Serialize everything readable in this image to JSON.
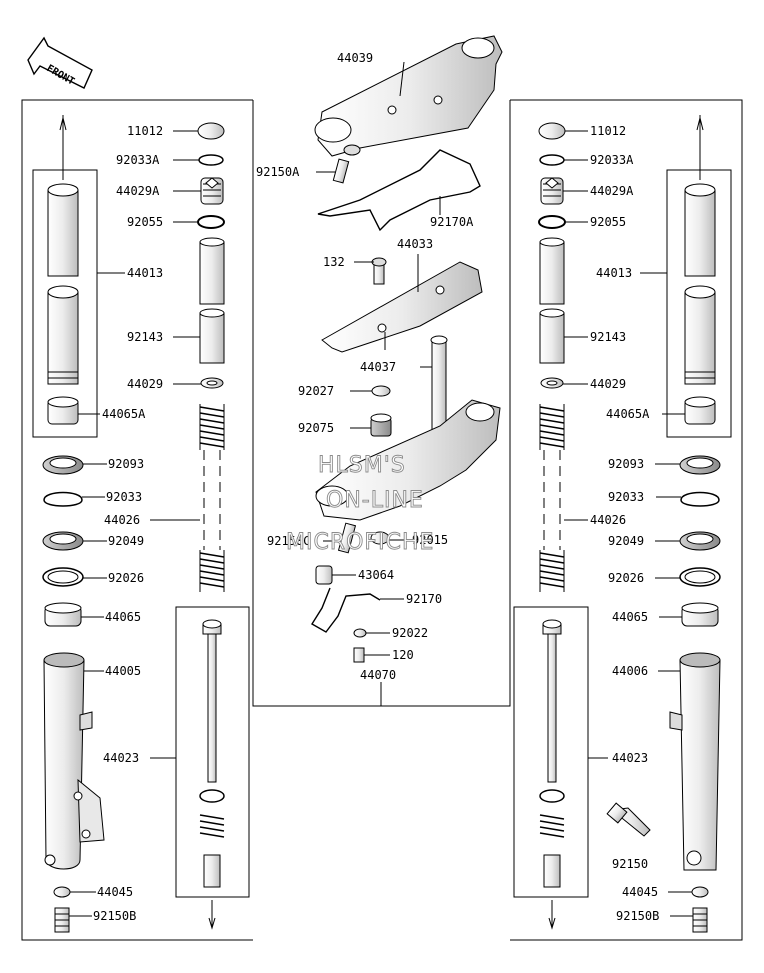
{
  "front_arrow_label": "FRONT",
  "watermark": {
    "line1": "HLSM'S",
    "line2": "ON-LINE",
    "line3": "MICROFICHE"
  },
  "labels": {
    "p44039": "44039",
    "p92150A": "92150A",
    "p92170A": "92170A",
    "p44033": "44033",
    "p132": "132",
    "p44037": "44037",
    "p92027": "92027",
    "p92075": "92075",
    "p92150C": "92150C",
    "p92015": "92015",
    "p43064": "43064",
    "p92170": "92170",
    "p92022": "92022",
    "p120": "120",
    "p44070": "44070",
    "L11012": "11012",
    "L92033A": "92033A",
    "L44029A": "44029A",
    "L92055": "92055",
    "L44013": "44013",
    "L92143": "92143",
    "L44029": "44029",
    "L44065A": "44065A",
    "L92093": "92093",
    "L92033": "92033",
    "L44026": "44026",
    "L92049": "92049",
    "L92026": "92026",
    "L44065": "44065",
    "L44005": "44005",
    "L44023": "44023",
    "L44045": "44045",
    "L92150B": "92150B",
    "R11012": "11012",
    "R92033A": "92033A",
    "R44029A": "44029A",
    "R92055": "92055",
    "R44013": "44013",
    "R92143": "92143",
    "R44029": "44029",
    "R44065A": "44065A",
    "R92093": "92093",
    "R92033": "92033",
    "R44026": "44026",
    "R92049": "92049",
    "R92026": "92026",
    "R44065": "44065",
    "R44006": "44006",
    "R44023": "44023",
    "R92150": "92150",
    "R44045": "44045",
    "R92150B": "92150B"
  }
}
